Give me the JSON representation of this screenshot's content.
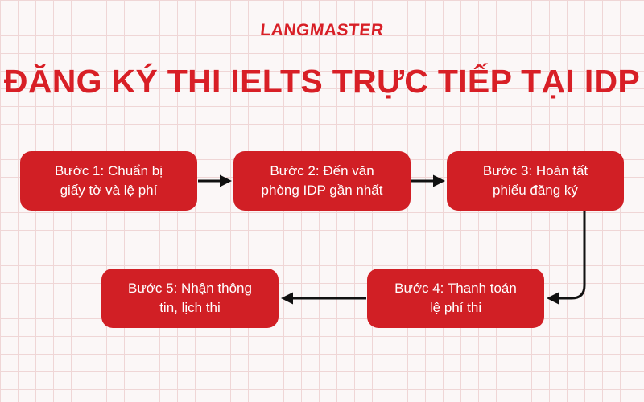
{
  "brand": {
    "logo_text": "LANGMASTER",
    "accent_color": "#d81f26"
  },
  "title": "ĐĂNG KÝ THI IELTS TRỰC TIẾP TẠI IDP",
  "steps": [
    {
      "line1": "Bước 1: Chuẩn bị",
      "line2": "giấy tờ và lệ phí"
    },
    {
      "line1": "Bước 2: Đến văn",
      "line2": "phòng IDP gần nhất"
    },
    {
      "line1": "Bước 3: Hoàn tất",
      "line2": "phiếu đăng ký"
    },
    {
      "line1": "Bước 4: Thanh toán",
      "line2": "lệ phí thi"
    },
    {
      "line1": "Bước 5: Nhận thông",
      "line2": "tin, lịch thi"
    }
  ],
  "flow": [
    "step-1",
    "step-2",
    "step-3",
    "step-4",
    "step-5"
  ]
}
